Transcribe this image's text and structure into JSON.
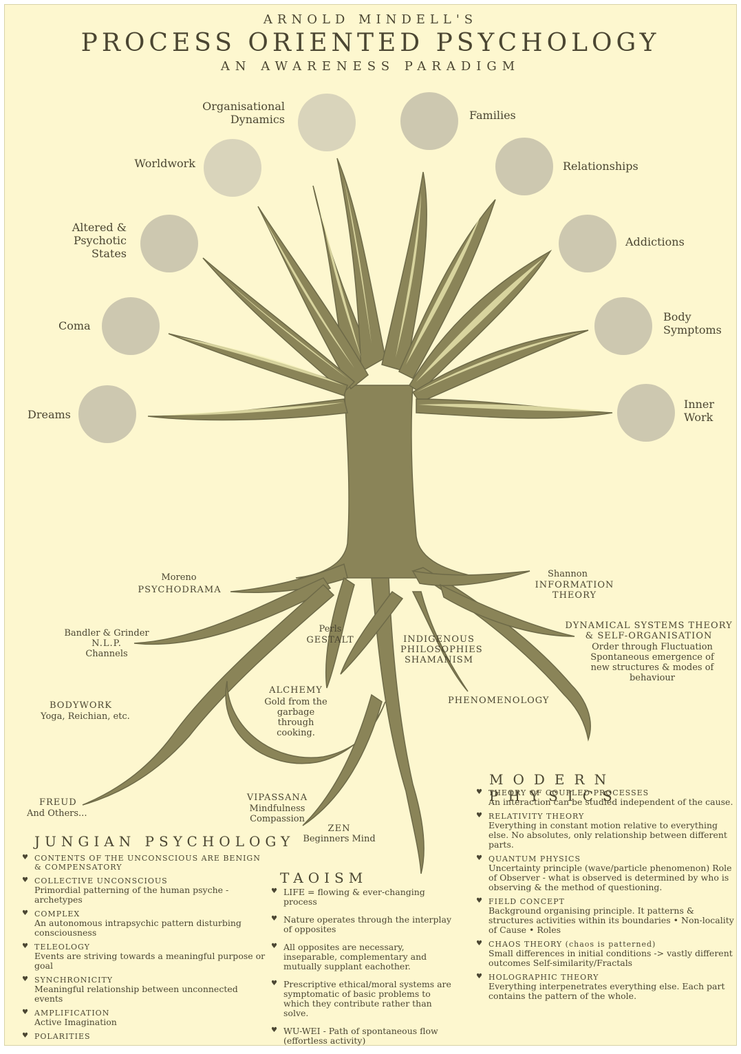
{
  "header": {
    "author": "ARNOLD MINDELL'S",
    "title": "PROCESS ORIENTED PSYCHOLOGY",
    "subtitle": "AN AWARENESS PARADIGM"
  },
  "branches": {
    "organisational_dynamics": "Organisational Dynamics",
    "families": "Families",
    "worldwork": "Worldwork",
    "relationships": "Relationships",
    "altered_states": "Altered & Psychotic States",
    "addictions": "Addictions",
    "coma": "Coma",
    "body_symptoms": "Body Symptoms",
    "dreams": "Dreams",
    "inner_work": "Inner Work"
  },
  "roots": {
    "psychodrama_name": "Moreno",
    "psychodrama": "PSYCHODRAMA",
    "info_name": "Shannon",
    "info": "INFORMATION THEORY",
    "nlp_name": "Bandler & Grinder",
    "nlp": "N.L.P.",
    "nlp_sub": "Channels",
    "gestalt_name": "Perls",
    "gestalt": "GESTALT",
    "indigenous": "INDIGENOUS PHILOSOPHIES SHAMANISM",
    "dynamical": "DYNAMICAL SYSTEMS THEORY & SELF-ORGANISATION",
    "dynamical_sub": "Order through Fluctuation Spontaneous emergence of new structures & modes of behaviour",
    "alchemy": "ALCHEMY",
    "alchemy_sub": "Gold from the garbage through cooking.",
    "phenomenology": "PHENOMENOLOGY",
    "bodywork": "BODYWORK",
    "bodywork_sub": "Yoga, Reichian, etc.",
    "freud": "FREUD",
    "freud_sub": "And Others...",
    "vipassana": "VIPASSANA",
    "vipassana_sub": "Mindfulness Compassion",
    "zen": "ZEN",
    "zen_sub": "Beginners Mind"
  },
  "jungian": {
    "title": "JUNGIAN PSYCHOLOGY",
    "items": [
      {
        "head": "CONTENTS OF THE UNCONSCIOUS ARE BENIGN & COMPENSATORY",
        "body": ""
      },
      {
        "head": "COLLECTIVE UNCONSCIOUS",
        "body": "Primordial patterning of the human psyche - archetypes"
      },
      {
        "head": "COMPLEX",
        "body": "An autonomous intrapsychic pattern disturbing consciousness"
      },
      {
        "head": "TELEOLOGY",
        "body": "Events are striving towards a meaningful purpose or goal"
      },
      {
        "head": "SYNCHRONICITY",
        "body": "Meaningful relationship between unconnected events"
      },
      {
        "head": "AMPLIFICATION",
        "body": "Active Imagination"
      },
      {
        "head": "POLARITIES",
        "body": ""
      }
    ]
  },
  "taoism": {
    "title": "TAOISM",
    "items": [
      "LIFE = flowing & ever-changing process",
      "Nature operates through the interplay of opposites",
      "All opposites are necessary, inseparable, complementary and mutually supplant eachother.",
      "Prescriptive ethical/moral systems are symptomatic of basic problems to which they contribute rather than solve.",
      "WU-WEI - Path of spontaneous flow (effortless activity)"
    ]
  },
  "physics": {
    "title": "MODERN PHYSICS",
    "items": [
      {
        "head": "THEORY OF COUPLED PROCESSES",
        "body": "An interaction can be studied independent of the cause."
      },
      {
        "head": "RELATIVITY THEORY",
        "body": "Everything in constant motion relative to everything else. No absolutes, only relationship between different parts."
      },
      {
        "head": "QUANTUM PHYSICS",
        "body": "Uncertainty principle (wave/particle phenomenon) Role of Observer - what is observed is determined by who is observing & the method of questioning."
      },
      {
        "head": "FIELD CONCEPT",
        "body": "Background organising principle. It patterns & structures activities within its boundaries • Non-locality of Cause • Roles"
      },
      {
        "head": "CHAOS THEORY (chaos is patterned)",
        "body": "Small differences in initial conditions -> vastly different outcomes Self-similarity/Fractals"
      },
      {
        "head": "HOLOGRAPHIC THEORY",
        "body": "Everything interpenetrates everything else. Each part contains the pattern of the whole."
      }
    ]
  }
}
